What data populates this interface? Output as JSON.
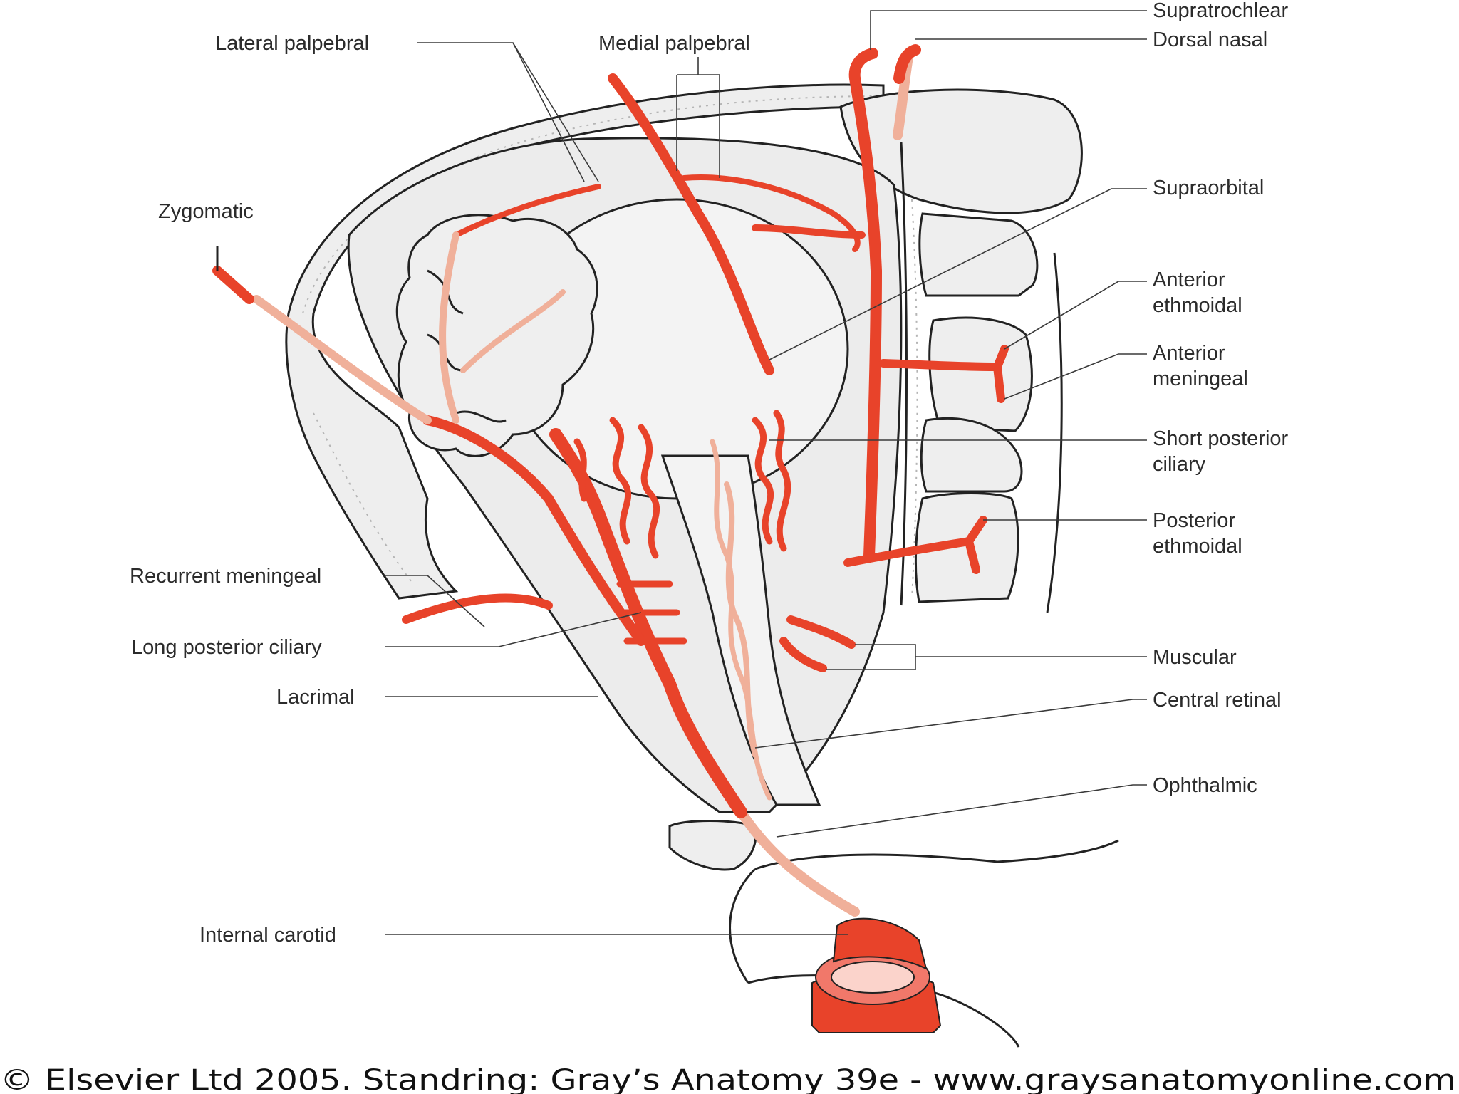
{
  "diagram": {
    "labels": {
      "supratrochlear": "Supratrochlear",
      "dorsal_nasal": "Dorsal nasal",
      "lateral_palpebral": "Lateral palpebral",
      "medial_palpebral": "Medial palpebral",
      "zygomatic": "Zygomatic",
      "supraorbital": "Supraorbital",
      "anterior_ethmoidal": [
        "Anterior",
        "ethmoidal"
      ],
      "anterior_meningeal": [
        "Anterior",
        "meningeal"
      ],
      "short_posterior_ciliary": [
        "Short posterior",
        "ciliary"
      ],
      "posterior_ethmoidal": [
        "Posterior",
        "ethmoidal"
      ],
      "recurrent_meningeal": "Recurrent meningeal",
      "long_posterior_ciliary": "Long posterior ciliary",
      "lacrimal": "Lacrimal",
      "muscular": "Muscular",
      "central_retinal": "Central retinal",
      "ophthalmic": "Ophthalmic",
      "internal_carotid": "Internal carotid"
    },
    "credit": "© Elsevier Ltd 2005. Standring: Gray’s Anatomy 39e - www.graysanatomyonline.com",
    "colors": {
      "artery": "#e8432a",
      "artery_pale": "#f0b09a",
      "tissue": "#ececec",
      "outline": "#222222"
    }
  }
}
